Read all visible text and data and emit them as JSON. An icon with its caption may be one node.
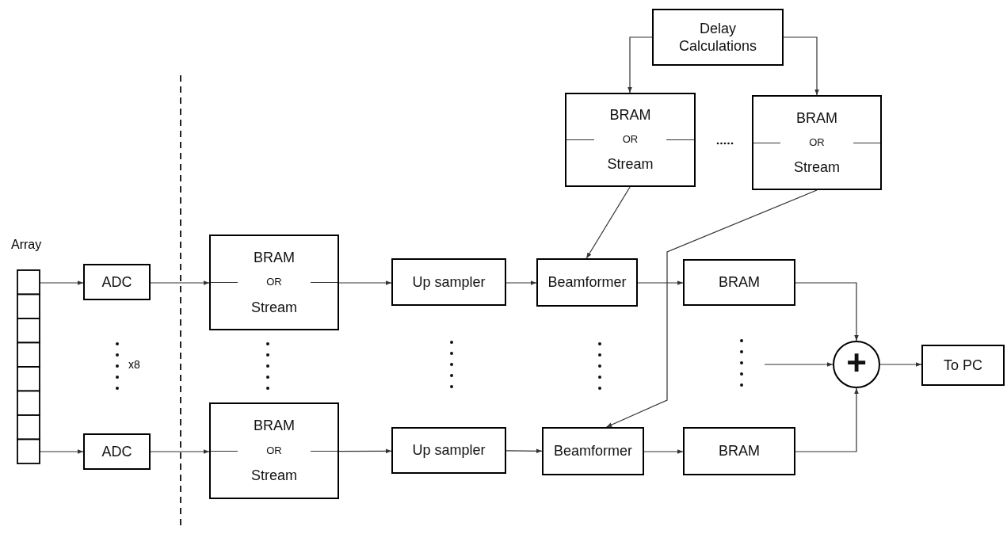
{
  "diagram": {
    "nodes": [
      {
        "text": [
          "Array"
        ]
      },
      {
        "text": [
          "ADC"
        ]
      },
      {
        "text": [
          "ADC"
        ]
      },
      {
        "text": [
          "BRAM",
          "OR",
          "Stream"
        ]
      },
      {
        "text": [
          "BRAM",
          "OR",
          "Stream"
        ]
      },
      {
        "text": [
          "Up sampler"
        ]
      },
      {
        "text": [
          "Up sampler"
        ]
      },
      {
        "text": [
          "Delay Calculations"
        ]
      },
      {
        "text": [
          "BRAM",
          "OR",
          "Stream"
        ]
      },
      {
        "text": [
          "BRAM",
          "OR",
          "Stream"
        ]
      },
      {
        "text": [
          "Beamformer"
        ]
      },
      {
        "text": [
          "Beamformer"
        ]
      },
      {
        "text": [
          "BRAM"
        ]
      },
      {
        "text": [
          "BRAM"
        ]
      },
      {
        "text": [
          "+"
        ]
      },
      {
        "text": [
          "To PC"
        ]
      }
    ],
    "edges": [
      {
        "from": 0,
        "to": 1,
        "arrow": "to"
      },
      {
        "from": 0,
        "to": 2,
        "arrow": "to"
      },
      {
        "from": 1,
        "to": 3,
        "arrow": "to"
      },
      {
        "from": 2,
        "to": 4,
        "arrow": "to"
      },
      {
        "from": 3,
        "to": 5,
        "arrow": "to"
      },
      {
        "from": 4,
        "to": 6,
        "arrow": "to"
      },
      {
        "from": 5,
        "to": 10,
        "arrow": "to"
      },
      {
        "from": 6,
        "to": 11,
        "arrow": "to"
      },
      {
        "from": 7,
        "to": 8,
        "arrow": "to"
      },
      {
        "from": 7,
        "to": 9,
        "arrow": "to"
      },
      {
        "from": 8,
        "to": 10,
        "arrow": "to"
      },
      {
        "from": 9,
        "to": 11,
        "arrow": "to"
      },
      {
        "from": 10,
        "to": 12,
        "arrow": "to"
      },
      {
        "from": 11,
        "to": 13,
        "arrow": "to"
      },
      {
        "from": 12,
        "to": 14,
        "arrow": "to"
      },
      {
        "from": 13,
        "to": 14,
        "arrow": "to"
      },
      {
        "from": null,
        "to": 14,
        "arrow": "to"
      },
      {
        "from": 14,
        "to": 15,
        "arrow": "to"
      }
    ],
    "labels": [
      "x8"
    ]
  }
}
